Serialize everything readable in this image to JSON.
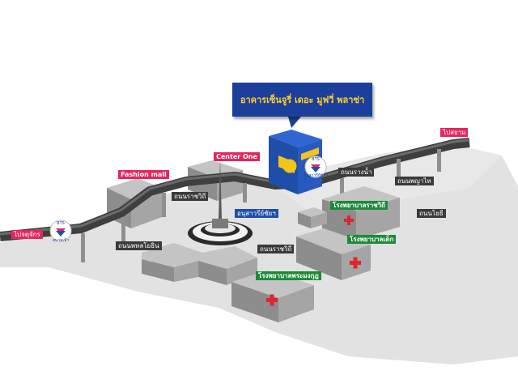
{
  "callout": {
    "text": "อาคารเซ็นจูรี่ เดอะ มูฟวี่ พลาซ่า"
  },
  "labels": {
    "center_one": "Center One",
    "fashion_mall": "Fashion mall",
    "to_chatuchak": "ไปจตุจักร",
    "to_siam": "ไปสยาม",
    "monument": "อนุสาวรีย์ชัยฯ"
  },
  "roads": {
    "ratchawithi_left": "ถนนราชวิถี",
    "rangnam": "ถนนรางน้ำ",
    "phayathai": "ถนนพญาไท",
    "phahonyothin": "ถนนพหลโยธิน",
    "ratchawithi_right": "ถนนราชวิถี",
    "rong": "ถนนโยธี"
  },
  "hospitals": {
    "ratchawithi": "โรงพยาบาลราชวิถี",
    "children": "โรงพยาบาลเด็ก",
    "phramongkut": "โรงพยาบาลพระมงกุฎ"
  },
  "bts": [
    {
      "logo": "BTS",
      "station": "สนามเป้า"
    },
    {
      "logo": "BTS",
      "station": "อนุสาวรีย์ชัยฯ"
    }
  ],
  "colors": {
    "building": "#a5a5a5",
    "building_dark": "#7a7a7a",
    "building_light": "#c4c4c4",
    "road_surface": "#dedede",
    "skytrain": "#4a4a4a",
    "callout_bg": "#1d3f9c",
    "callout_text": "#ffd02a",
    "hospital_green": "#1d8a3a",
    "destination_pink": "#e3265f",
    "cross_red": "#e0262a"
  }
}
